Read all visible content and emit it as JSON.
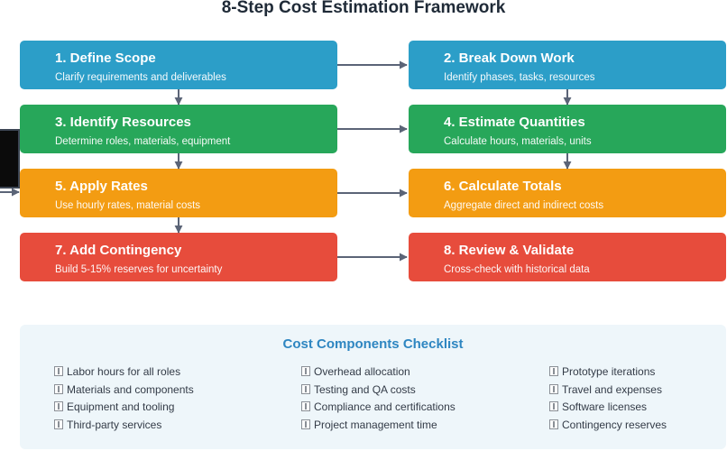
{
  "title": "8-Step Cost Estimation Framework",
  "steps": [
    {
      "title": "1. Define Scope",
      "desc": "Clarify requirements and deliverables",
      "color": "#2c9ec8"
    },
    {
      "title": "2. Break Down Work",
      "desc": "Identify phases, tasks, resources",
      "color": "#2c9ec8"
    },
    {
      "title": "3. Identify Resources",
      "desc": "Determine roles, materials, equipment",
      "color": "#27a75a"
    },
    {
      "title": "4. Estimate Quantities",
      "desc": "Calculate hours, materials, units",
      "color": "#27a75a"
    },
    {
      "title": "5. Apply Rates",
      "desc": "Use hourly rates, material costs",
      "color": "#f39c12"
    },
    {
      "title": "6. Calculate Totals",
      "desc": "Aggregate direct and indirect costs",
      "color": "#f39c12"
    },
    {
      "title": "7. Add Contingency",
      "desc": "Build 5-15% reserves for uncertainty",
      "color": "#e74c3c"
    },
    {
      "title": "8. Review & Validate",
      "desc": "Cross-check with historical data",
      "color": "#e74c3c"
    }
  ],
  "checklist": {
    "title": "Cost Components Checklist",
    "columns": [
      [
        "Labor hours for all roles",
        "Materials and components",
        "Equipment and tooling",
        "Third-party services"
      ],
      [
        "Overhead allocation",
        "Testing and QA costs",
        "Compliance and certifications",
        "Project management time"
      ],
      [
        "Prototype iterations",
        "Travel and expenses",
        "Software licenses",
        "Contingency reserves"
      ]
    ]
  },
  "colors": {
    "arrow": "#5b6477",
    "panel_bg": "#eef6fa",
    "panel_title": "#2e86c1"
  }
}
